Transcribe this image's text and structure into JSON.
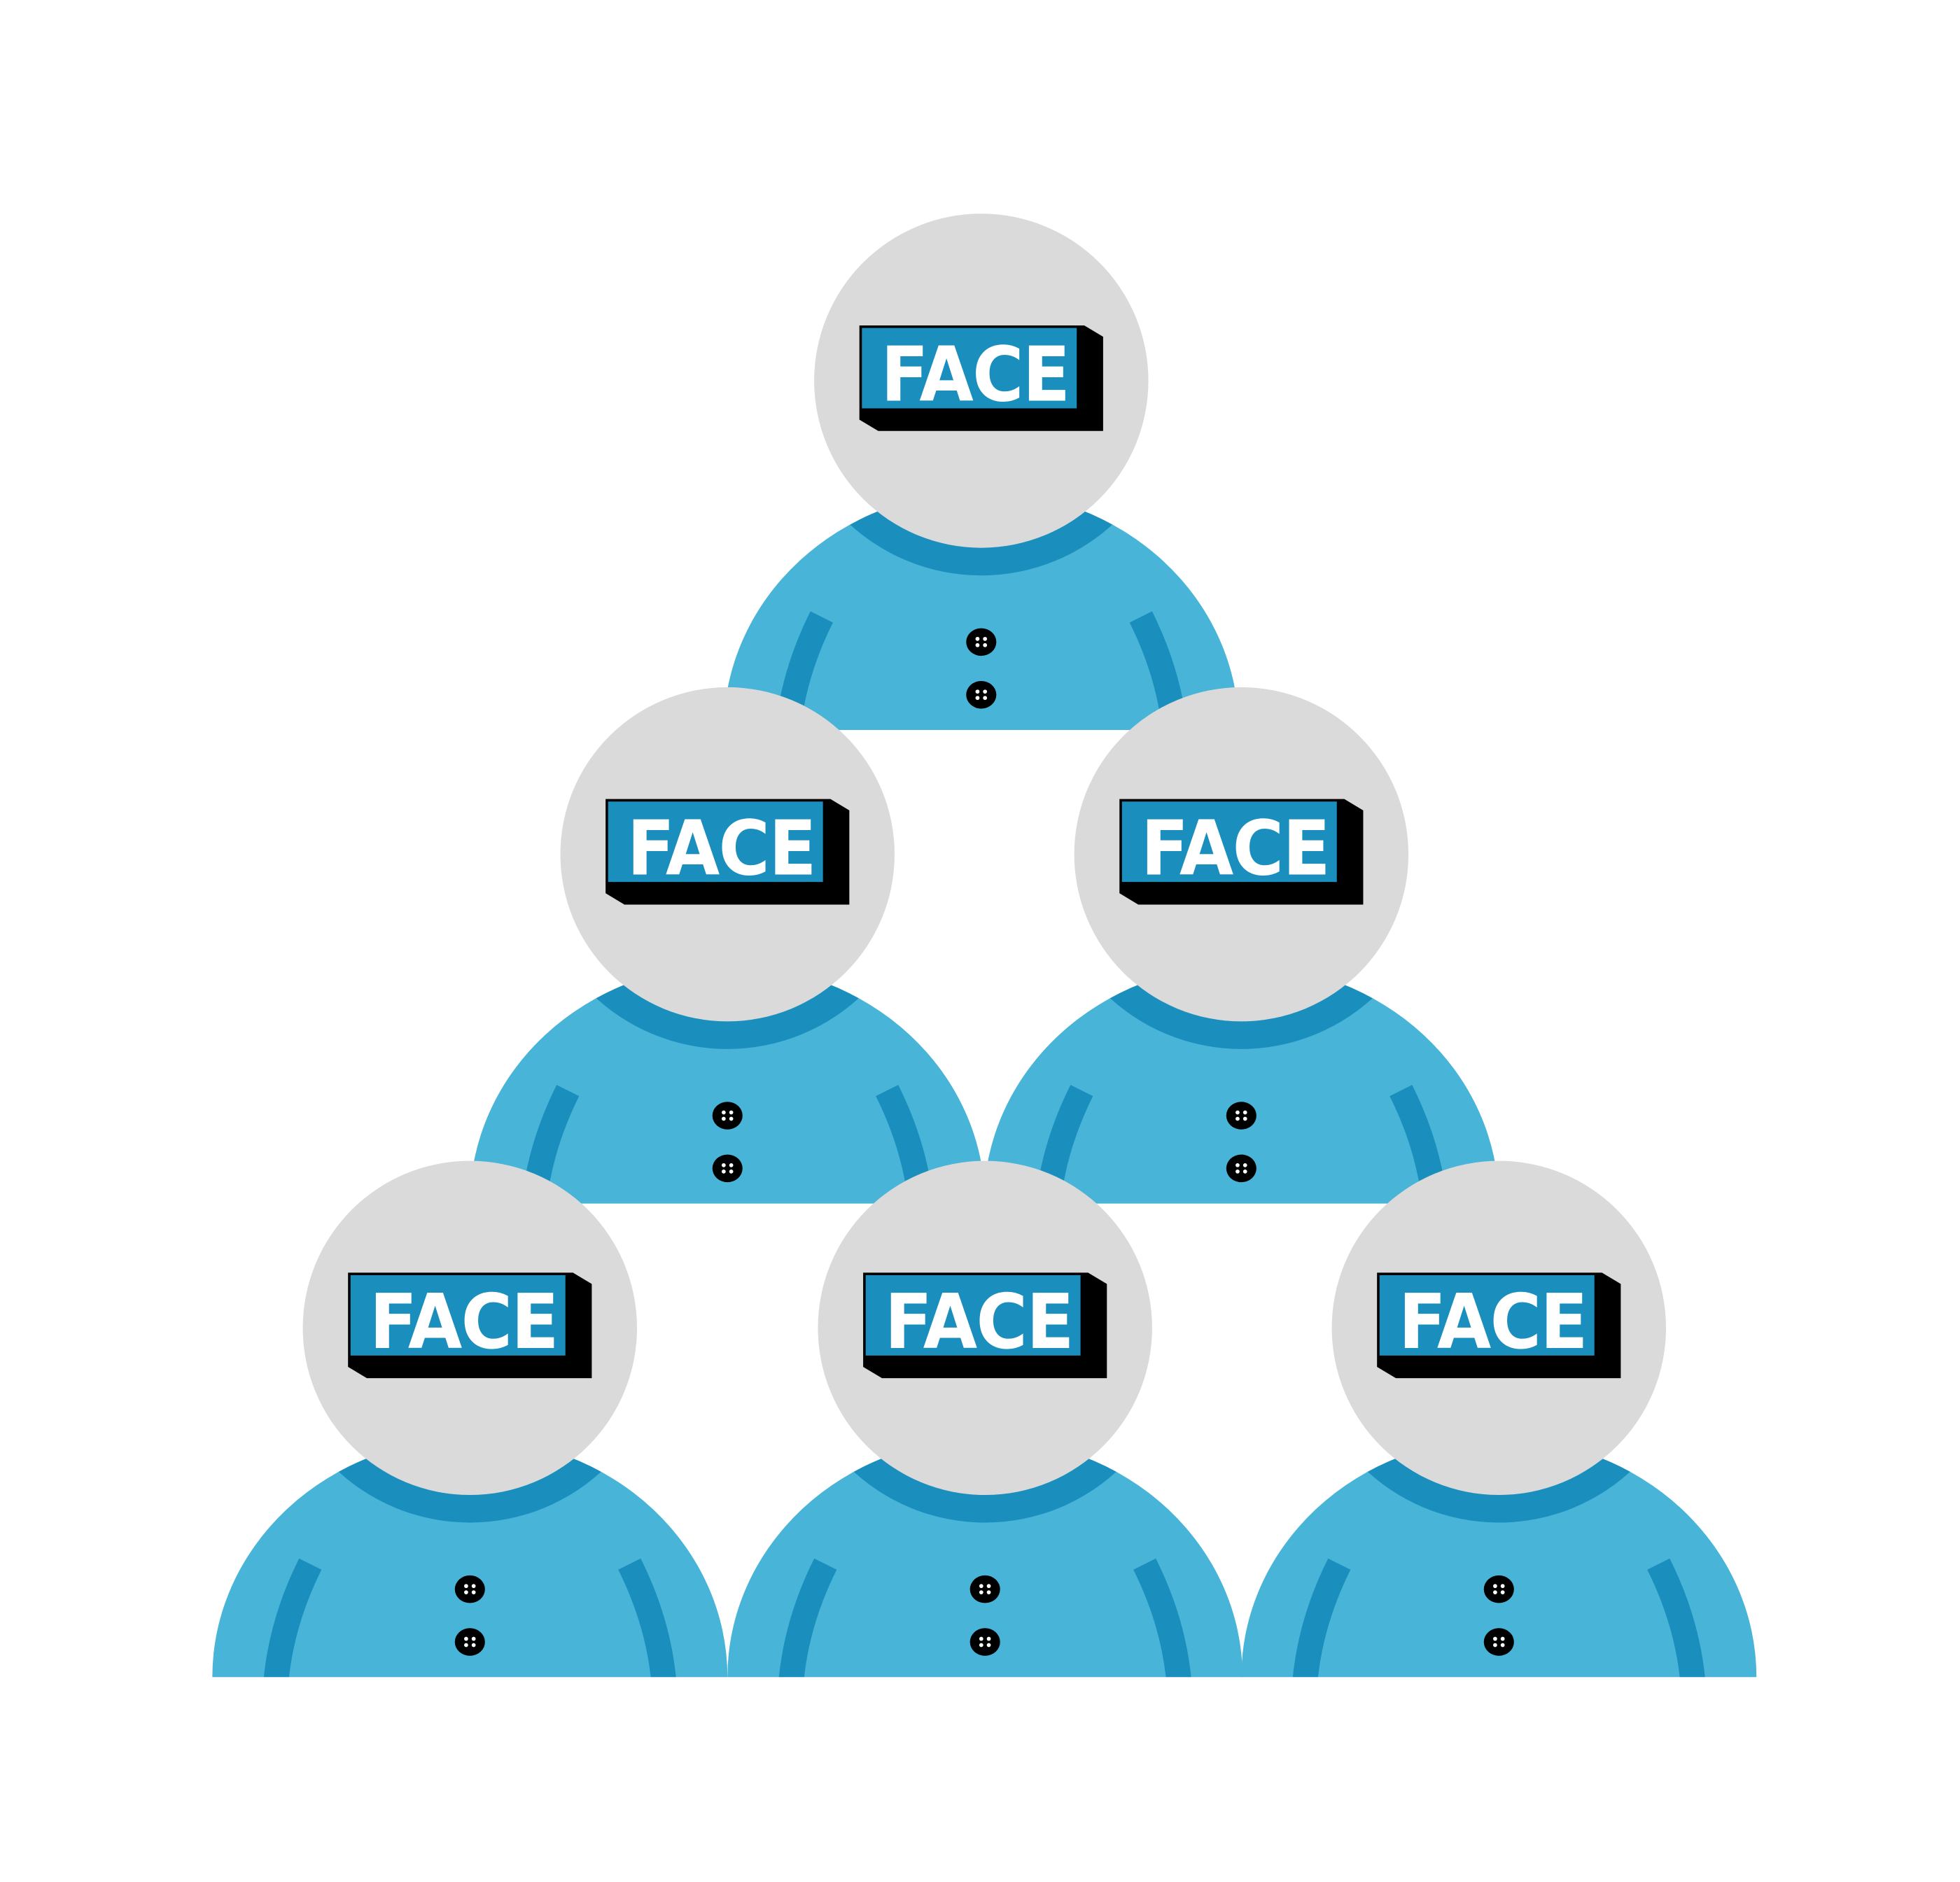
{
  "colors": {
    "body": "#48b4d8",
    "trim": "#1a8fbe",
    "head": "#dadada",
    "shadow": "#000000",
    "label_text": "#ffffff"
  },
  "figures": [
    {
      "row": 0,
      "label": "FACE"
    },
    {
      "row": 1,
      "label": "FACE"
    },
    {
      "row": 1,
      "label": "FACE"
    },
    {
      "row": 2,
      "label": "FACE"
    },
    {
      "row": 2,
      "label": "FACE"
    },
    {
      "row": 2,
      "label": "FACE"
    }
  ]
}
